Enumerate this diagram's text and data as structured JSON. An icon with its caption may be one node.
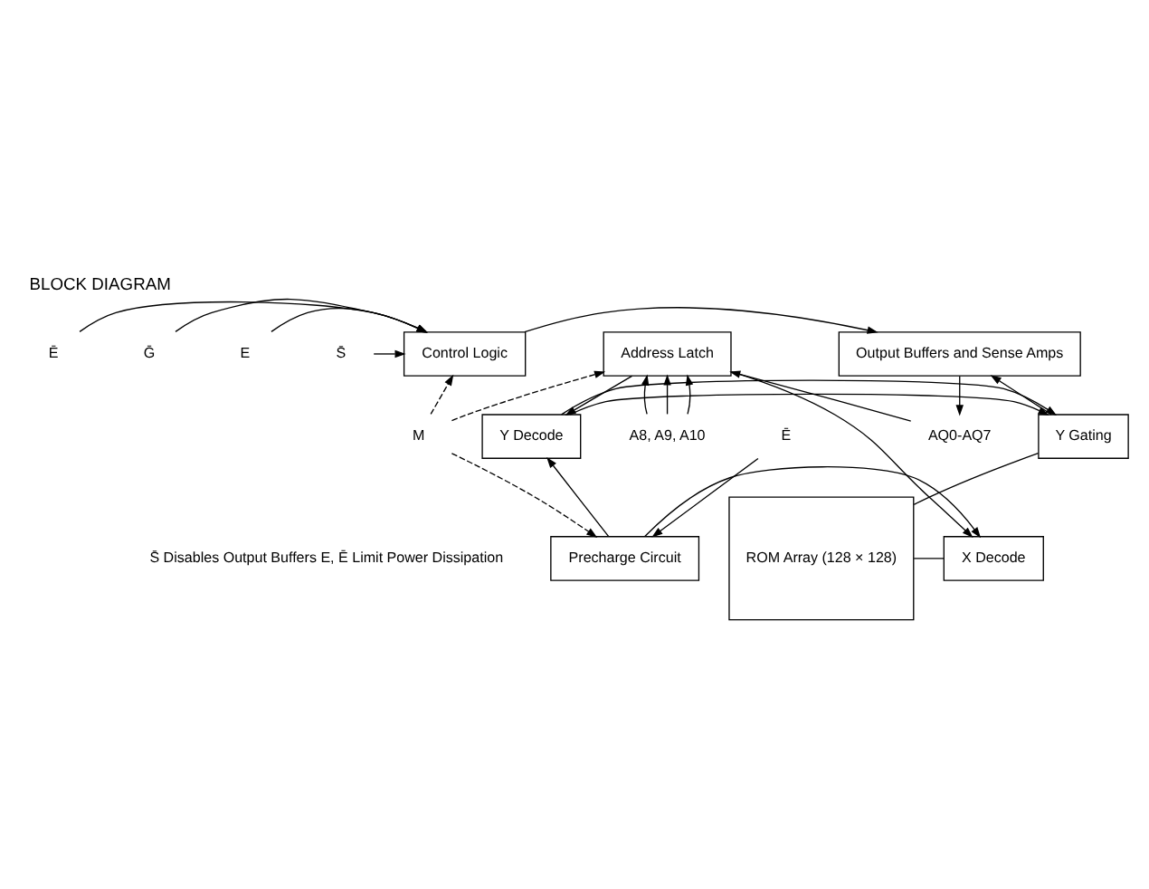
{
  "diagram": {
    "title": "BLOCK DIAGRAM",
    "nodes": [
      {
        "text": [
          "Control Logic"
        ]
      },
      {
        "text": [
          "Output Buffers and Sense Amps"
        ]
      },
      {
        "text": [
          "Address Latch"
        ]
      },
      {
        "text": [
          "Y Gating"
        ]
      },
      {
        "text": [
          "Y Decode"
        ]
      },
      {
        "text": [
          "ROM Array (128 × 128)"
        ]
      },
      {
        "text": [
          "X Decode"
        ]
      },
      {
        "text": [
          "Precharge Circuit"
        ]
      },
      {
        "text": [
          "E"
        ]
      },
      {
        "text": [
          "S̄"
        ]
      },
      {
        "text": [
          "Ē"
        ]
      },
      {
        "text": [
          "Ḡ"
        ]
      },
      {
        "text": [
          "AQ0-AQ7"
        ]
      },
      {
        "text": [
          "A8, A9, A10"
        ]
      },
      {
        "text": [
          "M"
        ]
      },
      {
        "text": [
          "Ē"
        ]
      }
    ],
    "edges": [
      {
        "from": 8,
        "to": 0,
        "arrow": "to"
      },
      {
        "from": 9,
        "to": 0,
        "arrow": "to"
      },
      {
        "from": 10,
        "to": 0,
        "arrow": "to"
      },
      {
        "from": 11,
        "to": 0,
        "arrow": "to"
      },
      {
        "from": 0,
        "to": 1,
        "arrow": "to"
      },
      {
        "from": 1,
        "to": 12,
        "arrow": "to"
      },
      {
        "from": 12,
        "to": 2,
        "arrow": "to"
      },
      {
        "from": 13,
        "to": 2,
        "arrow": "to"
      },
      {
        "from": 13,
        "to": 2,
        "arrow": "to"
      },
      {
        "from": 13,
        "to": 2,
        "arrow": "to"
      },
      {
        "from": 3,
        "to": 1,
        "arrow": "to"
      },
      {
        "from": 2,
        "to": 4,
        "arrow": "to"
      },
      {
        "from": 4,
        "to": 3,
        "arrow": "to"
      },
      {
        "from": 4,
        "to": 3,
        "arrow": "to"
      },
      {
        "from": 2,
        "to": 6,
        "arrow": "to"
      },
      {
        "from": 7,
        "to": 6,
        "arrow": "to"
      },
      {
        "from": 7,
        "to": 4,
        "arrow": "to"
      },
      {
        "from": 3,
        "to": 5,
        "arrow": "none"
      },
      {
        "from": 5,
        "to": 6,
        "arrow": "none"
      },
      {
        "from": 15,
        "to": 7,
        "arrow": "to"
      },
      {
        "from": 14,
        "to": 0,
        "arrow": "to",
        "style": "dashed"
      },
      {
        "from": 14,
        "to": 7,
        "arrow": "to",
        "style": "dashed"
      },
      {
        "from": 14,
        "to": 2,
        "arrow": "to",
        "style": "dashed"
      }
    ],
    "labels": [
      "S̄ Disables Output Buffers E, Ē Limit Power Dissipation"
    ]
  }
}
